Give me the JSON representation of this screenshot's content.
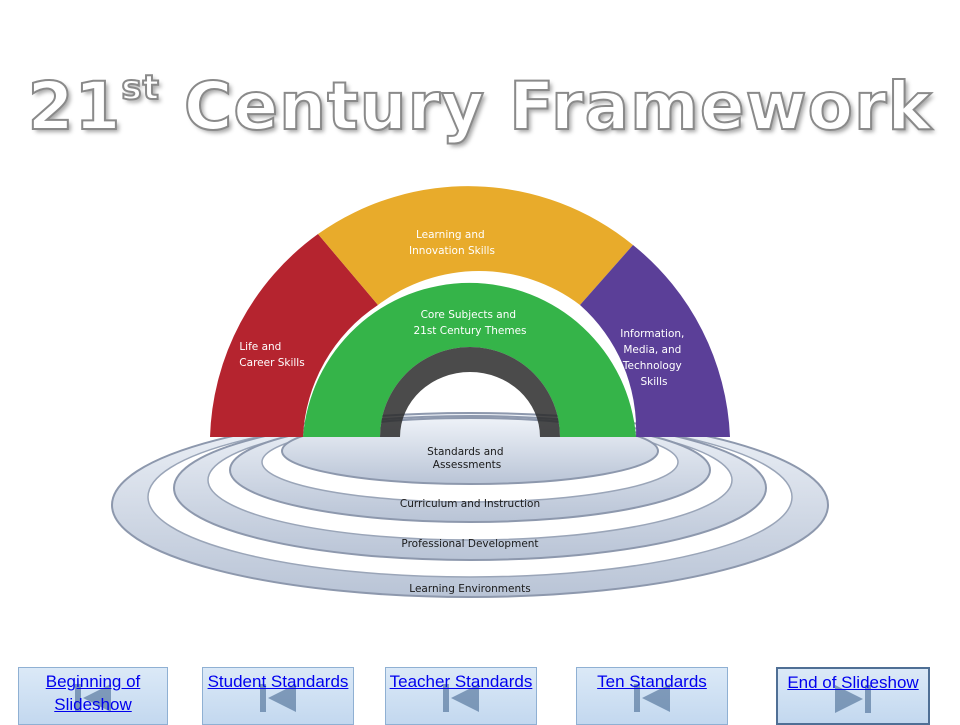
{
  "title": {
    "main": "21",
    "superscript": "st",
    "rest": " Century Framework"
  },
  "diagram": {
    "arch_segments": [
      {
        "label_lines": [
          "Life and",
          "Career Skills"
        ],
        "color": "#b5242f"
      },
      {
        "label_lines": [
          "Learning and",
          "Innovation Skills"
        ],
        "color": "#e8ab2b"
      },
      {
        "label_lines": [
          "Information,",
          "Media, and",
          "Technology",
          "Skills"
        ],
        "color": "#5b3f98"
      }
    ],
    "inner_arch": {
      "label_lines": [
        "Core Subjects and",
        "21st Century Themes"
      ],
      "color": "#35b449"
    },
    "rings": [
      {
        "label_lines": [
          "Standards and",
          "Assessments"
        ]
      },
      {
        "label_lines": [
          "Curriculum and Instruction"
        ]
      },
      {
        "label_lines": [
          "Professional Development"
        ]
      },
      {
        "label_lines": [
          "Learning Environments"
        ]
      }
    ]
  },
  "nav": [
    {
      "label": "Beginning of Slideshow",
      "icon": "skip-to-start-icon"
    },
    {
      "label": "Student Standards",
      "icon": "skip-to-start-icon"
    },
    {
      "label": "Teacher Standards",
      "icon": "skip-to-start-icon"
    },
    {
      "label": "Ten Standards",
      "icon": "skip-to-start-icon"
    },
    {
      "label": "End of Slideshow",
      "icon": "skip-to-end-icon"
    }
  ]
}
